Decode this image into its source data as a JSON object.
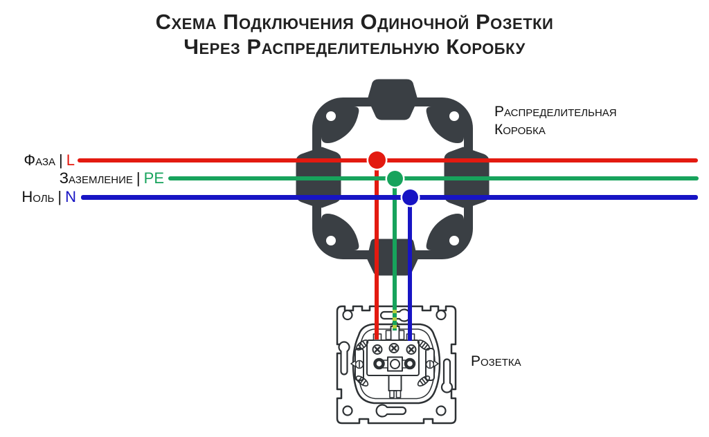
{
  "title": {
    "line1": "Схема Подключения Одиночной Розетки",
    "line2": "Через Распределительную Коробку"
  },
  "separator": "|",
  "wires": [
    {
      "name": "Фаза",
      "code": "L",
      "color": "#e31a10"
    },
    {
      "name": "Заземление",
      "code": "PE",
      "color": "#17a35c"
    },
    {
      "name": "Ноль",
      "code": "N",
      "color": "#1714c4"
    }
  ],
  "junction_box_label": {
    "line1": "Распределительная",
    "line2": "Коробка"
  },
  "socket_label": "Розетка",
  "colors": {
    "junction_box": "#3a3f44",
    "socket_outline": "#2d3134",
    "ground_dash": "#b5cf3d",
    "title_text": "#212121",
    "label_text": "#101010"
  }
}
